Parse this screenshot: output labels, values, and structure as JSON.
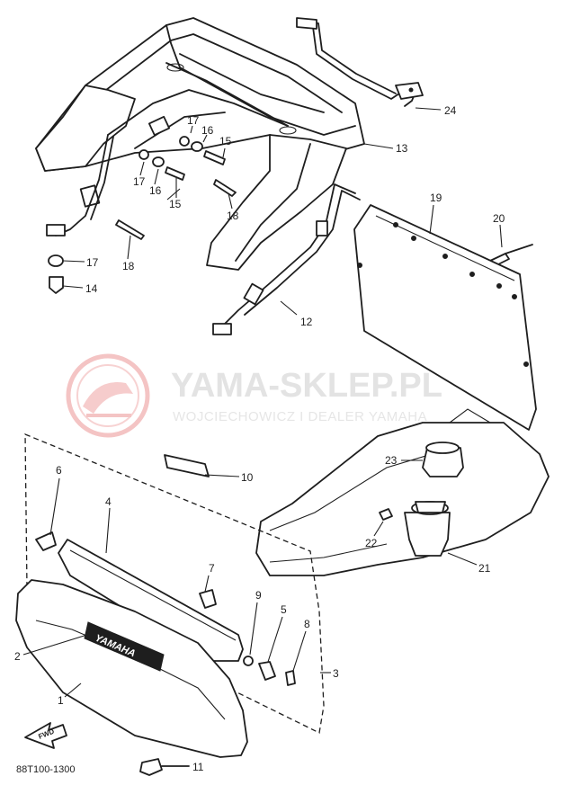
{
  "diagram": {
    "code": "88T100-1300",
    "fwd_label": "FWD",
    "emblem_text": "YAMAHA"
  },
  "watermark": {
    "title": "YAMA-SKLEP.PL",
    "subtitle": "WOJCIECHOWICZ I DEALER YAMAHA",
    "color": "#e53b3b"
  },
  "callouts": [
    {
      "id": "c24",
      "label": "24"
    },
    {
      "id": "c13",
      "label": "13"
    },
    {
      "id": "c17a",
      "label": "17"
    },
    {
      "id": "c16a",
      "label": "16"
    },
    {
      "id": "c15a",
      "label": "15"
    },
    {
      "id": "c17b",
      "label": "17"
    },
    {
      "id": "c16b",
      "label": "16"
    },
    {
      "id": "c15b",
      "label": "15"
    },
    {
      "id": "c18a",
      "label": "18"
    },
    {
      "id": "c17c",
      "label": "17"
    },
    {
      "id": "c14",
      "label": "14"
    },
    {
      "id": "c18b",
      "label": "18"
    },
    {
      "id": "c19",
      "label": "19"
    },
    {
      "id": "c20",
      "label": "20"
    },
    {
      "id": "c12",
      "label": "12"
    },
    {
      "id": "c10",
      "label": "10"
    },
    {
      "id": "c6",
      "label": "6"
    },
    {
      "id": "c4",
      "label": "4"
    },
    {
      "id": "c23",
      "label": "23"
    },
    {
      "id": "c22",
      "label": "22"
    },
    {
      "id": "c21",
      "label": "21"
    },
    {
      "id": "c7",
      "label": "7"
    },
    {
      "id": "c9",
      "label": "9"
    },
    {
      "id": "c5",
      "label": "5"
    },
    {
      "id": "c8",
      "label": "8"
    },
    {
      "id": "c2",
      "label": "2"
    },
    {
      "id": "c3",
      "label": "3"
    },
    {
      "id": "c1",
      "label": "1"
    },
    {
      "id": "c11",
      "label": "11"
    }
  ]
}
